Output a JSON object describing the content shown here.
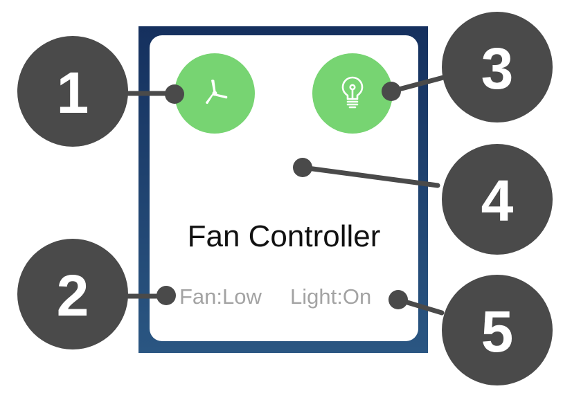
{
  "card": {
    "title": "Fan Controller",
    "fan_status": "Fan:Low",
    "light_status": "Light:On"
  },
  "buttons": {
    "fan_icon": "fan-icon",
    "light_icon": "lightbulb-icon",
    "color": "#77d472"
  },
  "callouts": [
    "1",
    "2",
    "3",
    "4",
    "5"
  ],
  "colors": {
    "frame_top": "#15305e",
    "frame_bottom": "#2a5682",
    "callout": "#4a4a4a"
  }
}
